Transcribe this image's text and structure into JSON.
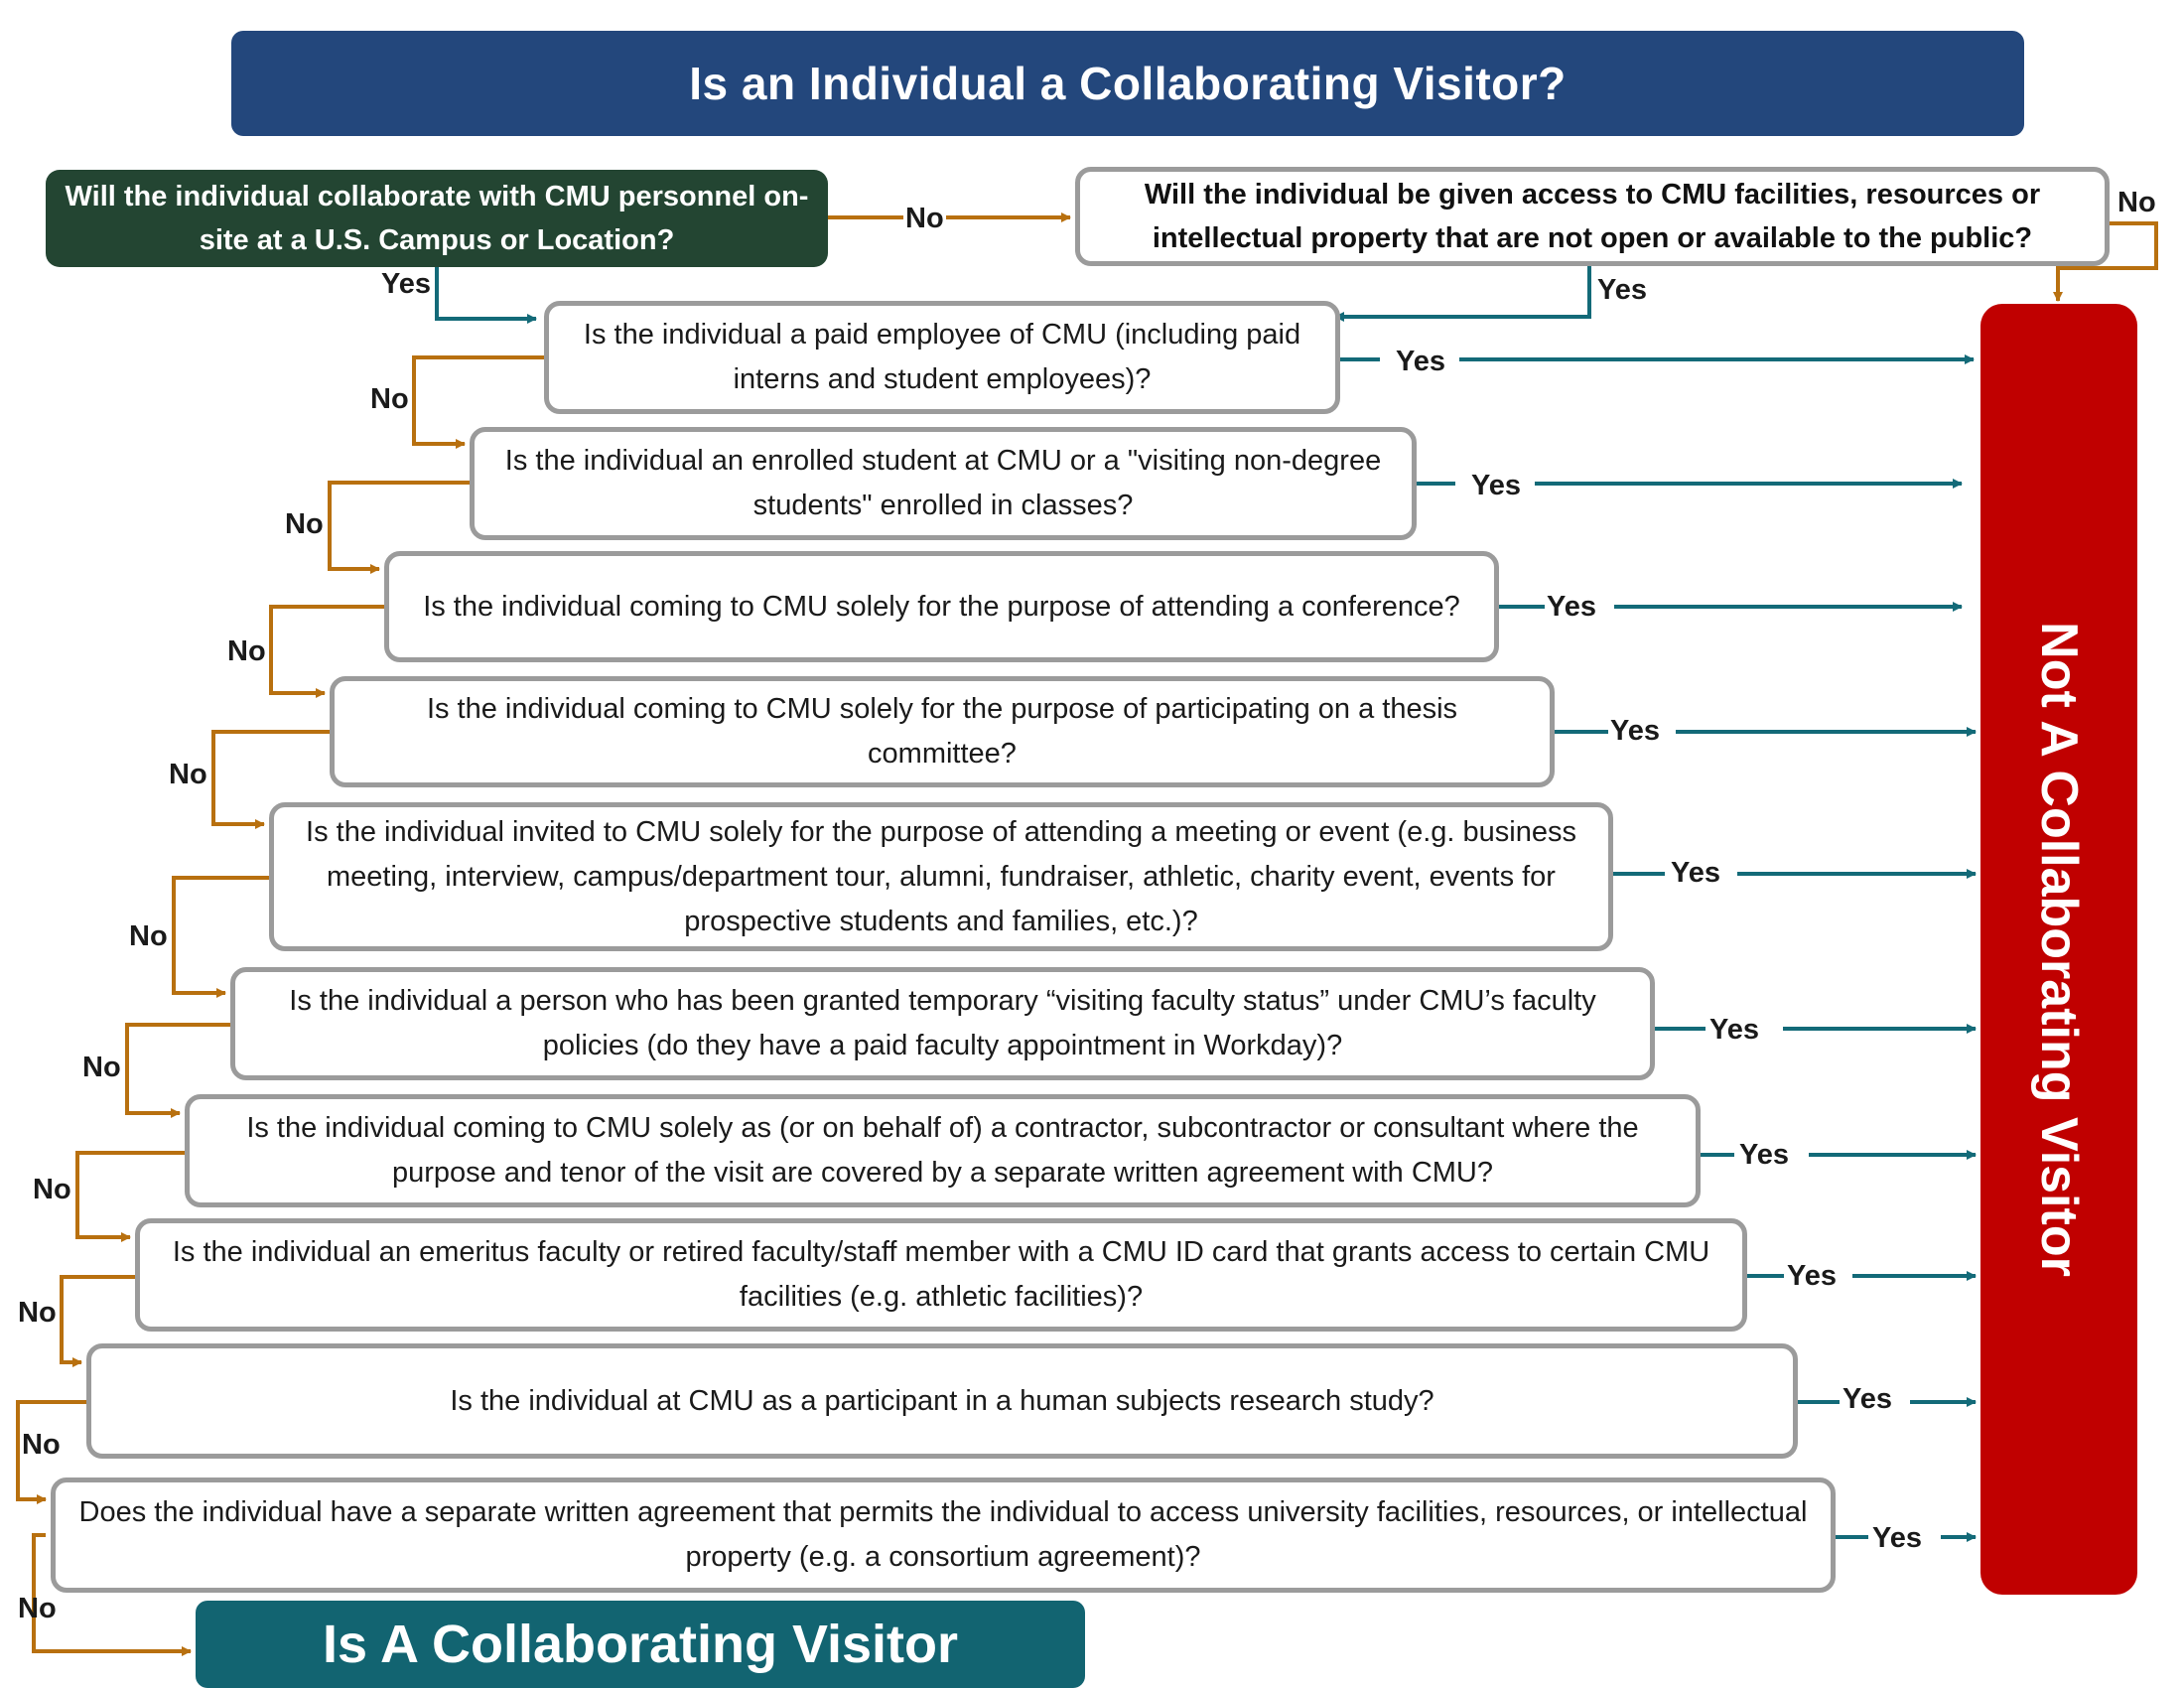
{
  "title": "Is an Individual a Collaborating Visitor?",
  "start_question": "Will the individual collaborate with CMU personnel on-site at a U.S. Campus or Location?",
  "access_question": "Will the individual be given access to CMU facilities, resources or intellectual property that are not open or available to the public?",
  "questions": [
    "Is the individual a paid employee of CMU (including paid interns and student employees)?",
    "Is the individual an enrolled student at CMU or a \"visiting non-degree students\" enrolled in classes?",
    "Is the individual coming to CMU solely for the purpose of attending a conference?",
    "Is the individual coming to CMU solely for the purpose of participating on a thesis committee?",
    "Is the individual invited to CMU solely for the purpose of attending a meeting or event (e.g. business meeting, interview, campus/department tour, alumni, fundraiser, athletic, charity event, events for prospective students and families, etc.)?",
    "Is the individual a person who has been granted temporary “visiting faculty status” under CMU’s faculty policies (do they have a paid faculty appointment in Workday)?",
    "Is the individual coming to CMU solely as (or on behalf of) a contractor, subcontractor or consultant where the purpose and tenor of the visit are covered by a separate written agreement with CMU?",
    "Is the individual an emeritus faculty or retired faculty/staff member with a CMU ID card that grants access to certain CMU facilities (e.g. athletic facilities)?",
    "Is the individual at CMU as a participant in a human subjects research study?",
    "Does the individual have a separate written agreement that permits the individual to access university facilities, resources, or intellectual property (e.g. a consortium agreement)?"
  ],
  "outcome_not": "Not A Collaborating Visitor",
  "outcome_is": "Is A Collaborating Visitor",
  "labels": {
    "yes": "Yes",
    "no": "No"
  },
  "colors": {
    "title_bg": "#23477c",
    "start_bg": "#234532",
    "not_bg": "#c00000",
    "is_bg": "#126471",
    "yes_arrow": "#136a78",
    "no_arrow": "#b8700f",
    "box_border": "#9b9b9b"
  }
}
